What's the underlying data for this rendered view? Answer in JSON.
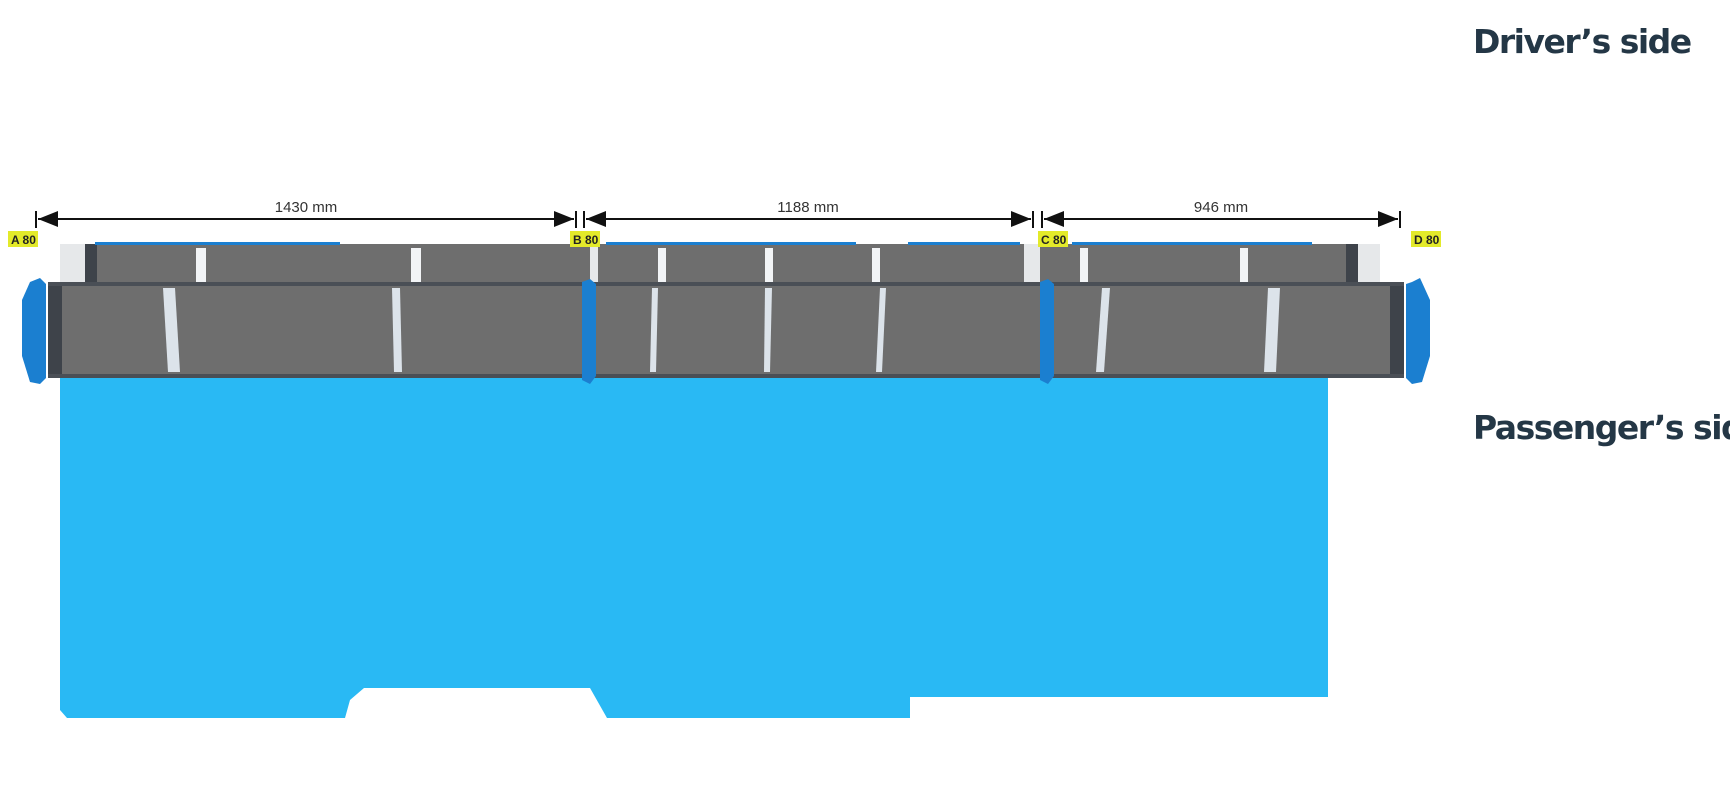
{
  "labels": {
    "driver_side": "Driver’s side",
    "passenger_side": "Passenger’s side"
  },
  "dimensions": [
    {
      "text": "1430 mm"
    },
    {
      "text": "1188 mm"
    },
    {
      "text": "946 mm"
    }
  ],
  "markers": [
    {
      "text": "A 80"
    },
    {
      "text": "B 80"
    },
    {
      "text": "C 80"
    },
    {
      "text": "D 80"
    }
  ],
  "colors": {
    "vehicle_floor": "#29B9F4",
    "panel": "#6E6E6E",
    "panel_dark": "#3E434A",
    "bracket": "#1B7FD0",
    "marker_bg": "#E3EA2A",
    "label_text": "#243746"
  }
}
